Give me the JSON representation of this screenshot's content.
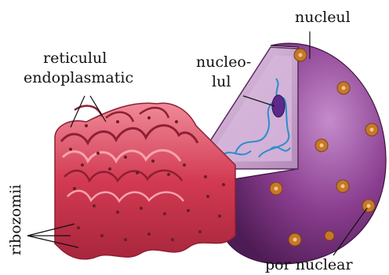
{
  "labels": {
    "nucleus": "nucleul",
    "nucleolus_line1": "nucleo-",
    "nucleolus_line2": "lul",
    "er_line1": "reticulul",
    "er_line2": "endoplasmatic",
    "ribosomes": "ribozomii",
    "nuclear_pore": "por nuclear"
  },
  "colors": {
    "nucleus_purple": "#8a3d8f",
    "nucleus_highlight": "#b57bbd",
    "nucleus_inner": "#c9a6cf",
    "er_red": "#d23a52",
    "er_light": "#f08a98",
    "er_dark": "#8e1f33",
    "pore_orange": "#c6782a",
    "chromatin_blue": "#2a8fc9",
    "nucleolus_purple": "#5d2a8c",
    "ribosome_dot": "#6a1f1f"
  }
}
